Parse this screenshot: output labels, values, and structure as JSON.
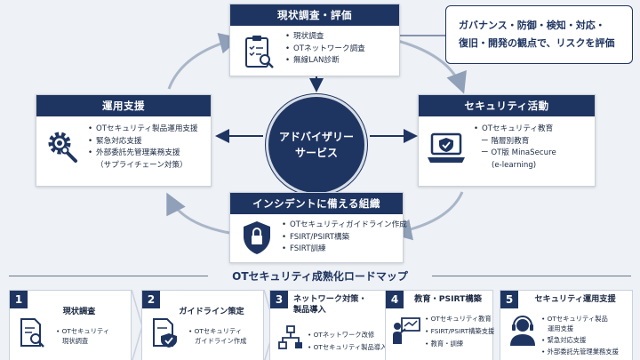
{
  "top_box": {
    "title": "現状調査・評価",
    "items": [
      "現状調査",
      "OTネットワーク調査",
      "無線LAN診断"
    ]
  },
  "left_box": {
    "title": "運用支援",
    "items": [
      "OTセキュリティ製品運用支援",
      "緊急対応支援",
      "外部委託先管理業務支援",
      "（サプライチェーン対策）"
    ]
  },
  "right_box": {
    "title": "セキュリティ活動",
    "items": [
      "OTセキュリティ教育",
      "ー 階層別教育",
      "ー OT版 MinaSecure",
      "(e-learning)"
    ]
  },
  "bottom_box": {
    "title": "インシデントに備える組織",
    "items": [
      "OTセキュリティガイドライン作成",
      "FSIRT/PSIRT構築",
      "FSIRT訓練"
    ]
  },
  "center": {
    "line1": "アドバイザリー",
    "line2": "サービス"
  },
  "note": {
    "line1": "ガバナンス・防御・検知・対応・",
    "line2": "復旧・開発の観点で、リスクを評価"
  },
  "roadmap": {
    "title": "OTセキュリティ成熟化ロードマップ",
    "steps": [
      {
        "num": "1",
        "title": "現状調査",
        "items": [
          "OTセキュリティ",
          "現状調査"
        ]
      },
      {
        "num": "2",
        "title": "ガイドライン策定",
        "items": [
          "OTセキュリティ",
          "ガイドライン作成"
        ]
      },
      {
        "num": "3",
        "title": "ネットワーク対策・製品導入",
        "title_l1": "ネットワーク対策・",
        "title_l2": "製品導入",
        "items": [
          "OTネットワーク改修",
          "OTセキュリティ製品導入"
        ]
      },
      {
        "num": "4",
        "title": "教育・PSIRT構築",
        "items": [
          "OTセキュリティ教育",
          "FSIRT/PSIRT構築支援",
          "教育・訓練"
        ]
      },
      {
        "num": "5",
        "title": "セキュリティ運用支援",
        "items": [
          "OTセキュリティ製品",
          "運用支援",
          "緊急対応支援",
          "外部委託先管理業務支援"
        ]
      }
    ]
  },
  "colors": {
    "navy": "#1f3561",
    "light": "#eef1f5"
  },
  "icons": [
    "checklist-search-icon",
    "gear-wrench-icon",
    "laptop-shield-icon",
    "shield-lock-icon",
    "document-search-icon",
    "document-check-icon",
    "network-icon",
    "teacher-icon",
    "headset-operator-icon"
  ]
}
